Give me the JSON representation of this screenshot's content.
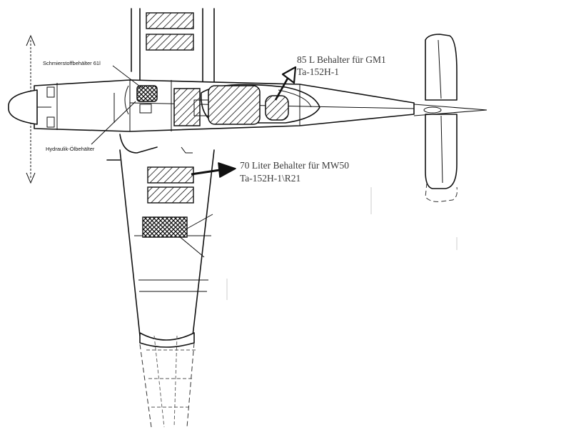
{
  "colors": {
    "ink": "#111111",
    "annotation_text": "#3a3a3a",
    "background": "#ffffff"
  },
  "labels": {
    "lubricant_tank": "Schmierstoffbehälter 61l",
    "hydraulic_tank": "Hydraulik-Ölbehälter",
    "gm1_tank_line1": "85 L Behalter für GM1",
    "gm1_tank_line2": "Ta-152H-1",
    "mw50_tank_line1": "70 Liter Behalter für MW50",
    "mw50_tank_line2": "Ta-152H-1\\R21"
  }
}
